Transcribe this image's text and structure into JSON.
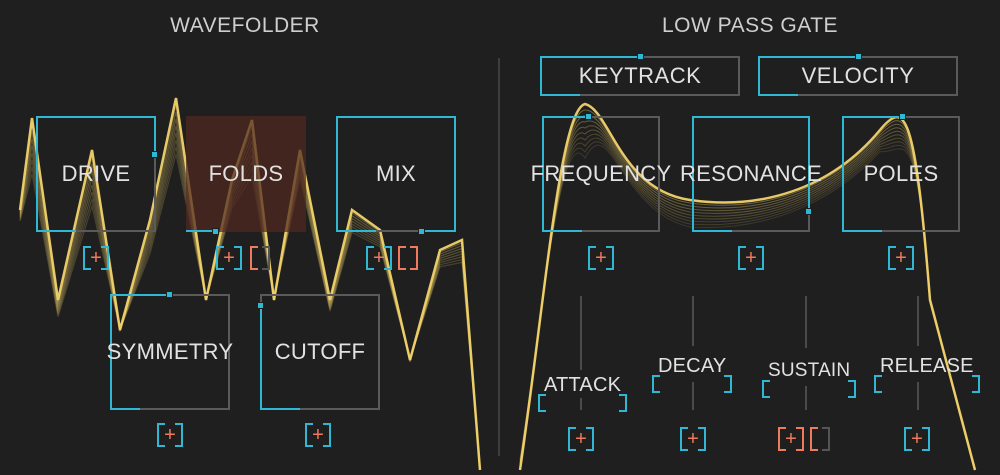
{
  "colors": {
    "background": "#1f1f1f",
    "accent": "#2fb7d3",
    "mod_plus": "#f07a5c",
    "wave": "#f2d36b",
    "wave_dim": "#8a7a4a",
    "outline": "#5a5a5a"
  },
  "wavefolder": {
    "title": "WAVEFOLDER",
    "drive_label": "DRIVE",
    "folds_label": "FOLDS",
    "mix_label": "MIX",
    "symmetry_label": "SYMMETRY",
    "cutoff_label": "CUTOFF",
    "mod_symbol": "+"
  },
  "lpg": {
    "title": "LOW PASS GATE",
    "keytrack_label": "KEYTRACK",
    "velocity_label": "VELOCITY",
    "frequency_label": "FREQUENCY",
    "resonance_label": "RESONANCE",
    "poles_label": "POLES",
    "attack_label": "ATTACK",
    "decay_label": "DECAY",
    "sustain_label": "SUSTAIN",
    "release_label": "RELEASE",
    "mod_symbol": "+"
  }
}
